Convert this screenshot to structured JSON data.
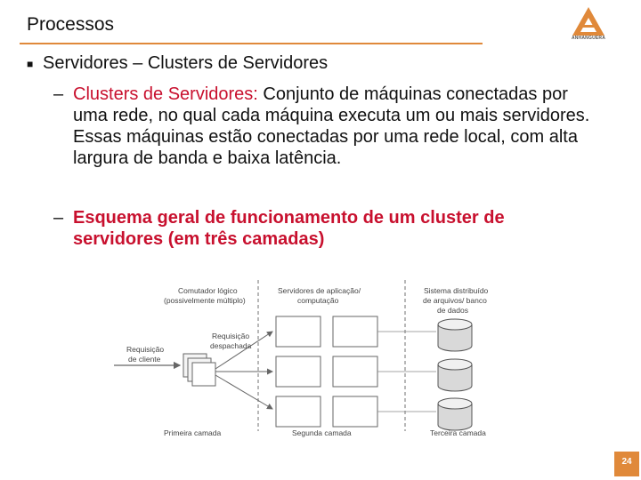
{
  "slide": {
    "title": "Processos",
    "page_number": "24",
    "logo_text": "ANHANGUERA"
  },
  "content": {
    "bullet1": "Servidores – Clusters de Servidores",
    "sub1_term": "Clusters de Servidores:",
    "sub1_text": " Conjunto de máquinas conectadas por uma rede, no qual cada máquina executa um ou mais servidores. Essas máquinas estão conectadas por uma rede local, com alta largura de banda e baixa latência.",
    "sub2_text": "Esquema geral de funcionamento de um cluster de servidores (em três camadas)"
  },
  "diagram": {
    "switch_label_1": "Comutador lógico",
    "switch_label_2": "(possivelmente múltiplo)",
    "app_servers_label_1": "Servidores de aplicação/",
    "app_servers_label_2": "computação",
    "storage_label_1": "Sistema distribuído",
    "storage_label_2": "de arquivos/ banco",
    "storage_label_3": "de dados",
    "request_label_1": "Requisição",
    "request_label_2": "de cliente",
    "dispatched_label_1": "Requisição",
    "dispatched_label_2": "despachada",
    "tier1_label": "Primeira camada",
    "tier2_label": "Segunda camada",
    "tier3_label": "Terceira camada"
  },
  "colors": {
    "accent_orange": "#e0893a",
    "red_text": "#c8102e"
  }
}
